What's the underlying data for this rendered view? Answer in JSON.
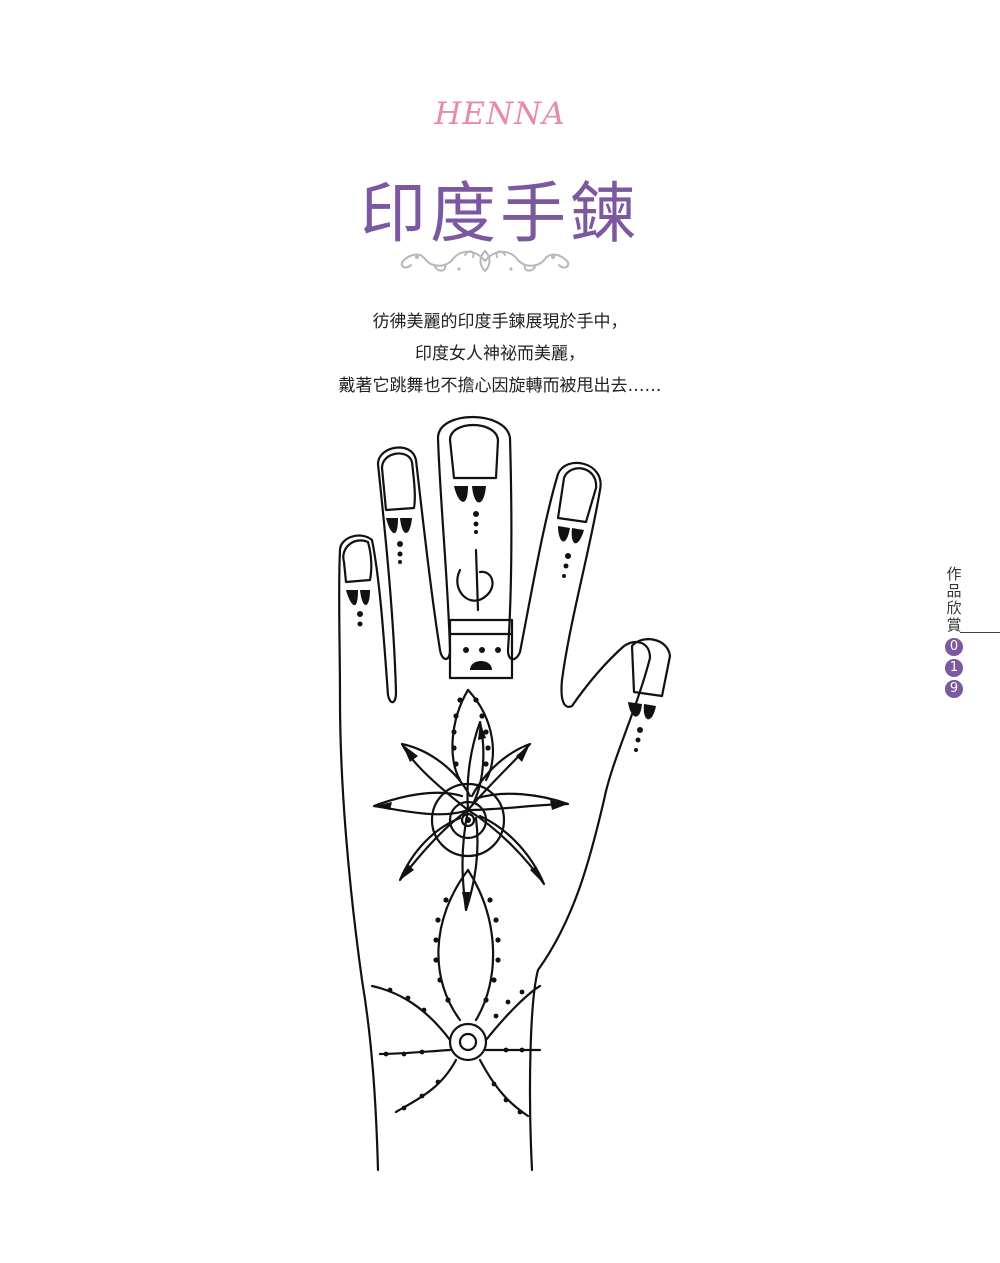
{
  "header": {
    "kicker": "HENNA",
    "title": "印度手鍊"
  },
  "intro": {
    "lines": [
      "彷彿美麗的印度手鍊展現於手中，",
      "印度女人神祕而美麗，",
      "戴著它跳舞也不擔心因旋轉而被甩出去……"
    ]
  },
  "colors": {
    "kicker": "#e88aa8",
    "title": "#7b58a0",
    "flourish": "#b9b7bd",
    "ink": "#111111"
  },
  "side": {
    "section": [
      "作",
      "品",
      "欣",
      "賞"
    ],
    "page_digits": [
      "0",
      "1",
      "9"
    ]
  },
  "illustration": {
    "icon": "henna-hand-drawing"
  }
}
